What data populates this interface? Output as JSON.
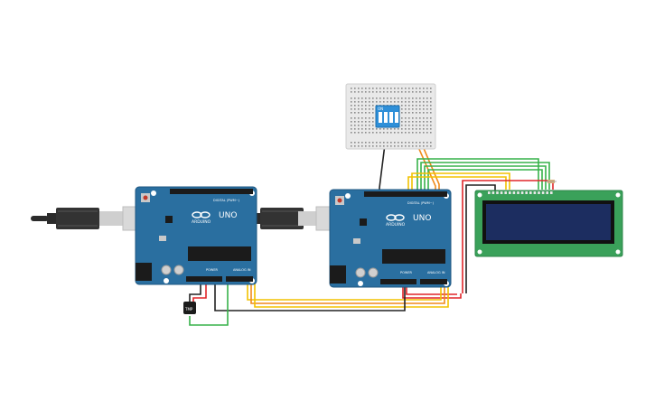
{
  "boards": [
    {
      "name": "arduino-uno-left",
      "brand": "ARDUINO",
      "model": "UNO",
      "digital_header_label": "DIGITAL (PWM~)",
      "power_label": "POWER",
      "analog_label": "ANALOG IN"
    },
    {
      "name": "arduino-uno-right",
      "brand": "ARDUINO",
      "model": "UNO",
      "digital_header_label": "DIGITAL (PWM~)",
      "power_label": "POWER",
      "analog_label": "ANALOG IN"
    }
  ],
  "dip_switch_label": "ON",
  "sensor_label": "TMP",
  "colors": {
    "board": "#2a6fa0",
    "board_edge": "#1f5782",
    "breadboard": "#e9e9e9",
    "dip_switch": "#2e8fd8",
    "lcd_pcb": "#3aa15a",
    "lcd_screen": "#1c2d60",
    "wire_yellow": "#f2c200",
    "wire_orange": "#f08a1a",
    "wire_green": "#37b24a",
    "wire_red": "#e0262a",
    "wire_black": "#222222",
    "usb_cable": "#2b2b2b"
  }
}
